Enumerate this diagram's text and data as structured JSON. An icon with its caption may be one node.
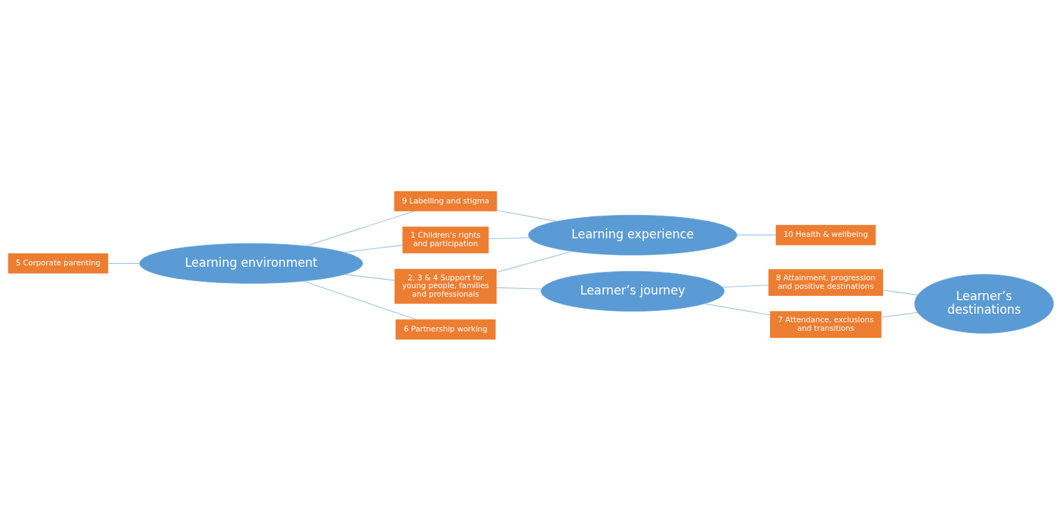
{
  "diagram": {
    "nodes": [
      {
        "text": [
          "5 Corporate parenting"
        ]
      },
      {
        "text": [
          "9 Labelling and stigma"
        ]
      },
      {
        "text": [
          "Learning environment"
        ]
      },
      {
        "text": [
          "1 Children’s rights and participation"
        ]
      },
      {
        "text": [
          "Learning experience"
        ]
      },
      {
        "text": [
          "2, 3 & 4 Support for young people, families and professionals"
        ]
      },
      {
        "text": [
          "6 Partnership working"
        ]
      },
      {
        "text": [
          "10 Health & wellbeing"
        ]
      },
      {
        "text": [
          "8 Attainment, progression and positive destinations"
        ]
      },
      {
        "text": [
          "Learner’s journey"
        ]
      },
      {
        "text": [
          "Learner’s destinations"
        ]
      },
      {
        "text": [
          "7 Attendance, exclusions and transitions"
        ]
      }
    ],
    "edges": [
      {
        "from": 0,
        "to": 2,
        "arrow": "none"
      },
      {
        "from": 2,
        "to": 1,
        "arrow": "none"
      },
      {
        "from": 1,
        "to": 4,
        "arrow": "none"
      },
      {
        "from": 2,
        "to": 3,
        "arrow": "none"
      },
      {
        "from": 3,
        "to": 4,
        "arrow": "none"
      },
      {
        "from": 2,
        "to": 5,
        "arrow": "none"
      },
      {
        "from": 5,
        "to": 4,
        "arrow": "none"
      },
      {
        "from": 2,
        "to": 6,
        "arrow": "none"
      },
      {
        "from": 4,
        "to": 7,
        "arrow": "none"
      },
      {
        "from": 5,
        "to": 9,
        "arrow": "none"
      },
      {
        "from": 9,
        "to": 8,
        "arrow": "none"
      },
      {
        "from": 8,
        "to": 10,
        "arrow": "none"
      },
      {
        "from": 9,
        "to": 11,
        "arrow": "none"
      },
      {
        "from": 11,
        "to": 10,
        "arrow": "none"
      }
    ]
  }
}
